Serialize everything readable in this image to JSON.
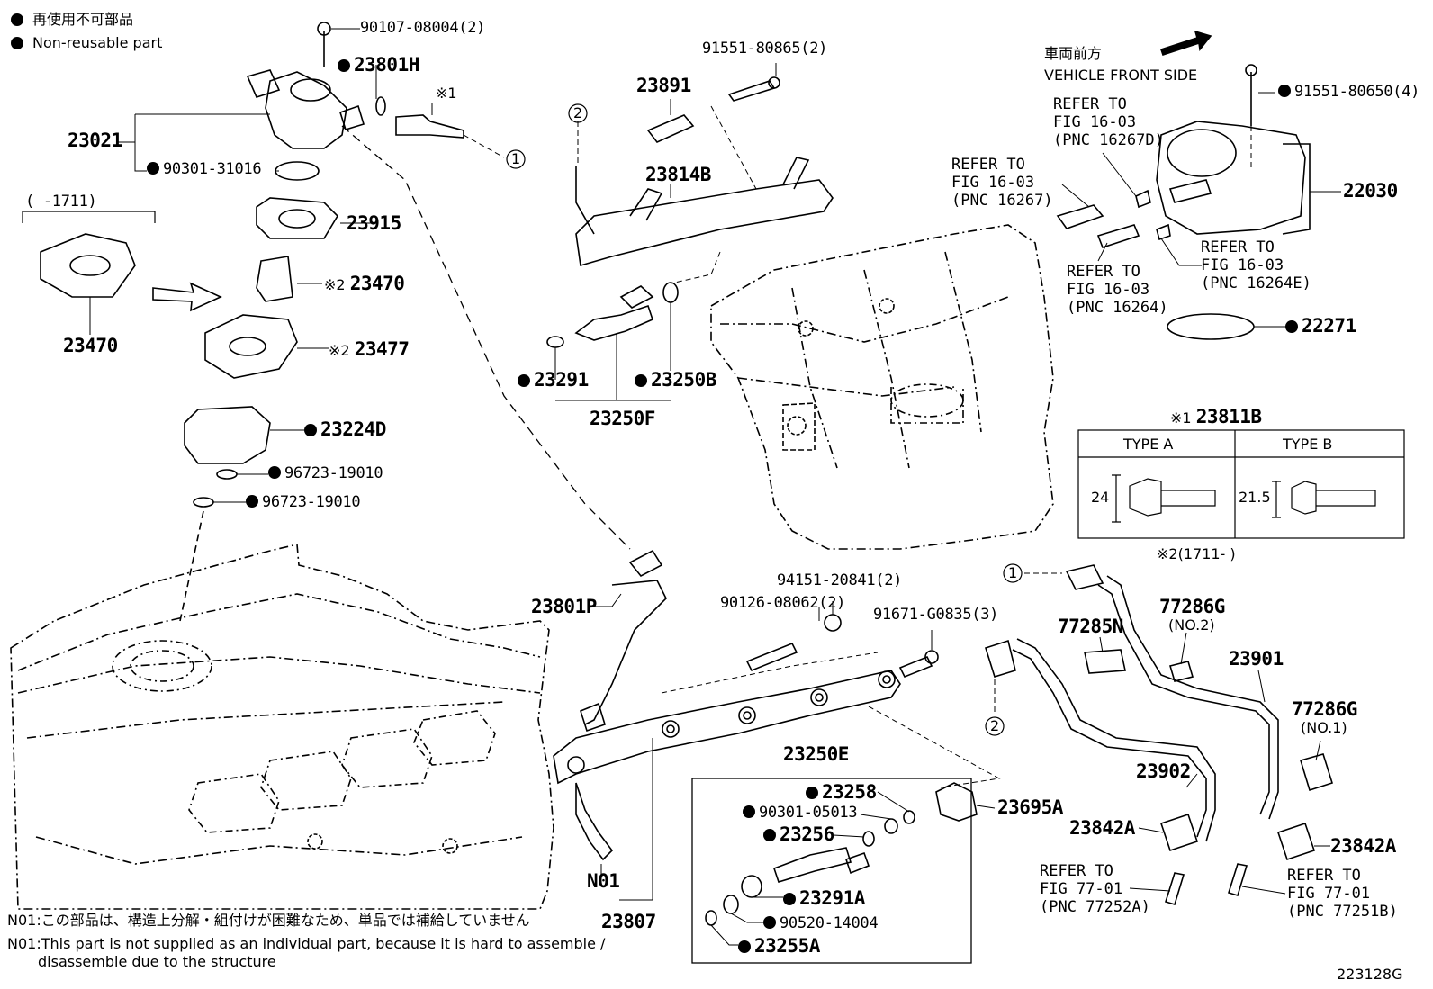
{
  "legend": {
    "jp": "再使用不可部品",
    "en": "Non-reusable part"
  },
  "vehicle_front": {
    "jp": "車両前方",
    "en": "VEHICLE FRONT SIDE"
  },
  "labels": {
    "p90107": "90107-08004(2)",
    "p23801H": "23801H",
    "mark1": "※1",
    "p23021": "23021",
    "p90301_31016": "90301-31016",
    "range_before": "(    -1711)",
    "p23915": "23915",
    "p23470_left": "23470",
    "p23470_right": "23470",
    "mark2a": "※2",
    "p23477": "23477",
    "mark2b": "※2",
    "p23224D": "23224D",
    "p96723_a": "96723-19010",
    "p96723_b": "96723-19010",
    "p91551_80865": "91551-80865(2)",
    "p23891": "23891",
    "p23814B": "23814B",
    "p23291": "23291",
    "p23250B": "23250B",
    "p23250F": "23250F",
    "p91551_80650": "91551-80650(4)",
    "p22030": "22030",
    "p22271": "22271",
    "p23811B": "23811B",
    "mark1b": "※1",
    "type_a": "TYPE A",
    "type_b": "TYPE B",
    "dim_a": "24",
    "dim_b": "21.5",
    "range_after": "※2(1711-     )",
    "p23801P": "23801P",
    "p94151": "94151-20841(2)",
    "p90126": "90126-08062(2)",
    "p91671": "91671-G0835(3)",
    "p77285N": "77285N",
    "p77286G_2": "77286G",
    "no2": "(NO.2)",
    "p23901": "23901",
    "p77286G_1": "77286G",
    "no1": "(NO.1)",
    "p23902": "23902",
    "p23250E": "23250E",
    "p23258": "23258",
    "p90301_05013": "90301-05013",
    "p23256": "23256",
    "p23291A": "23291A",
    "p90520": "90520-14004",
    "p23255A": "23255A",
    "p23695A": "23695A",
    "p23842A_l": "23842A",
    "p23842A_r": "23842A",
    "n01": "N01",
    "p23807": "23807",
    "circle1": "1",
    "circle2": "2",
    "fig_id": "223128G"
  },
  "refs": {
    "ref_16267D": "REFER TO\nFIG 16-03\n(PNC 16267D)",
    "ref_16267": "REFER TO\nFIG 16-03\n(PNC 16267)",
    "ref_16264E": "REFER TO\nFIG 16-03\n(PNC 16264E)",
    "ref_16264": "REFER TO\nFIG 16-03\n(PNC 16264)",
    "ref_77252A": "REFER TO\nFIG 77-01\n(PNC 77252A)",
    "ref_77251B": "REFER TO\nFIG 77-01\n(PNC 77251B)"
  },
  "notes": {
    "n01_jp": "N01:この部品は、構造上分解・組付けが困難なため、単品では補給していません",
    "n01_en_1": "N01:This part is not supplied as an individual part, because it is hard to assemble /",
    "n01_en_2": "disassemble due to the structure"
  }
}
